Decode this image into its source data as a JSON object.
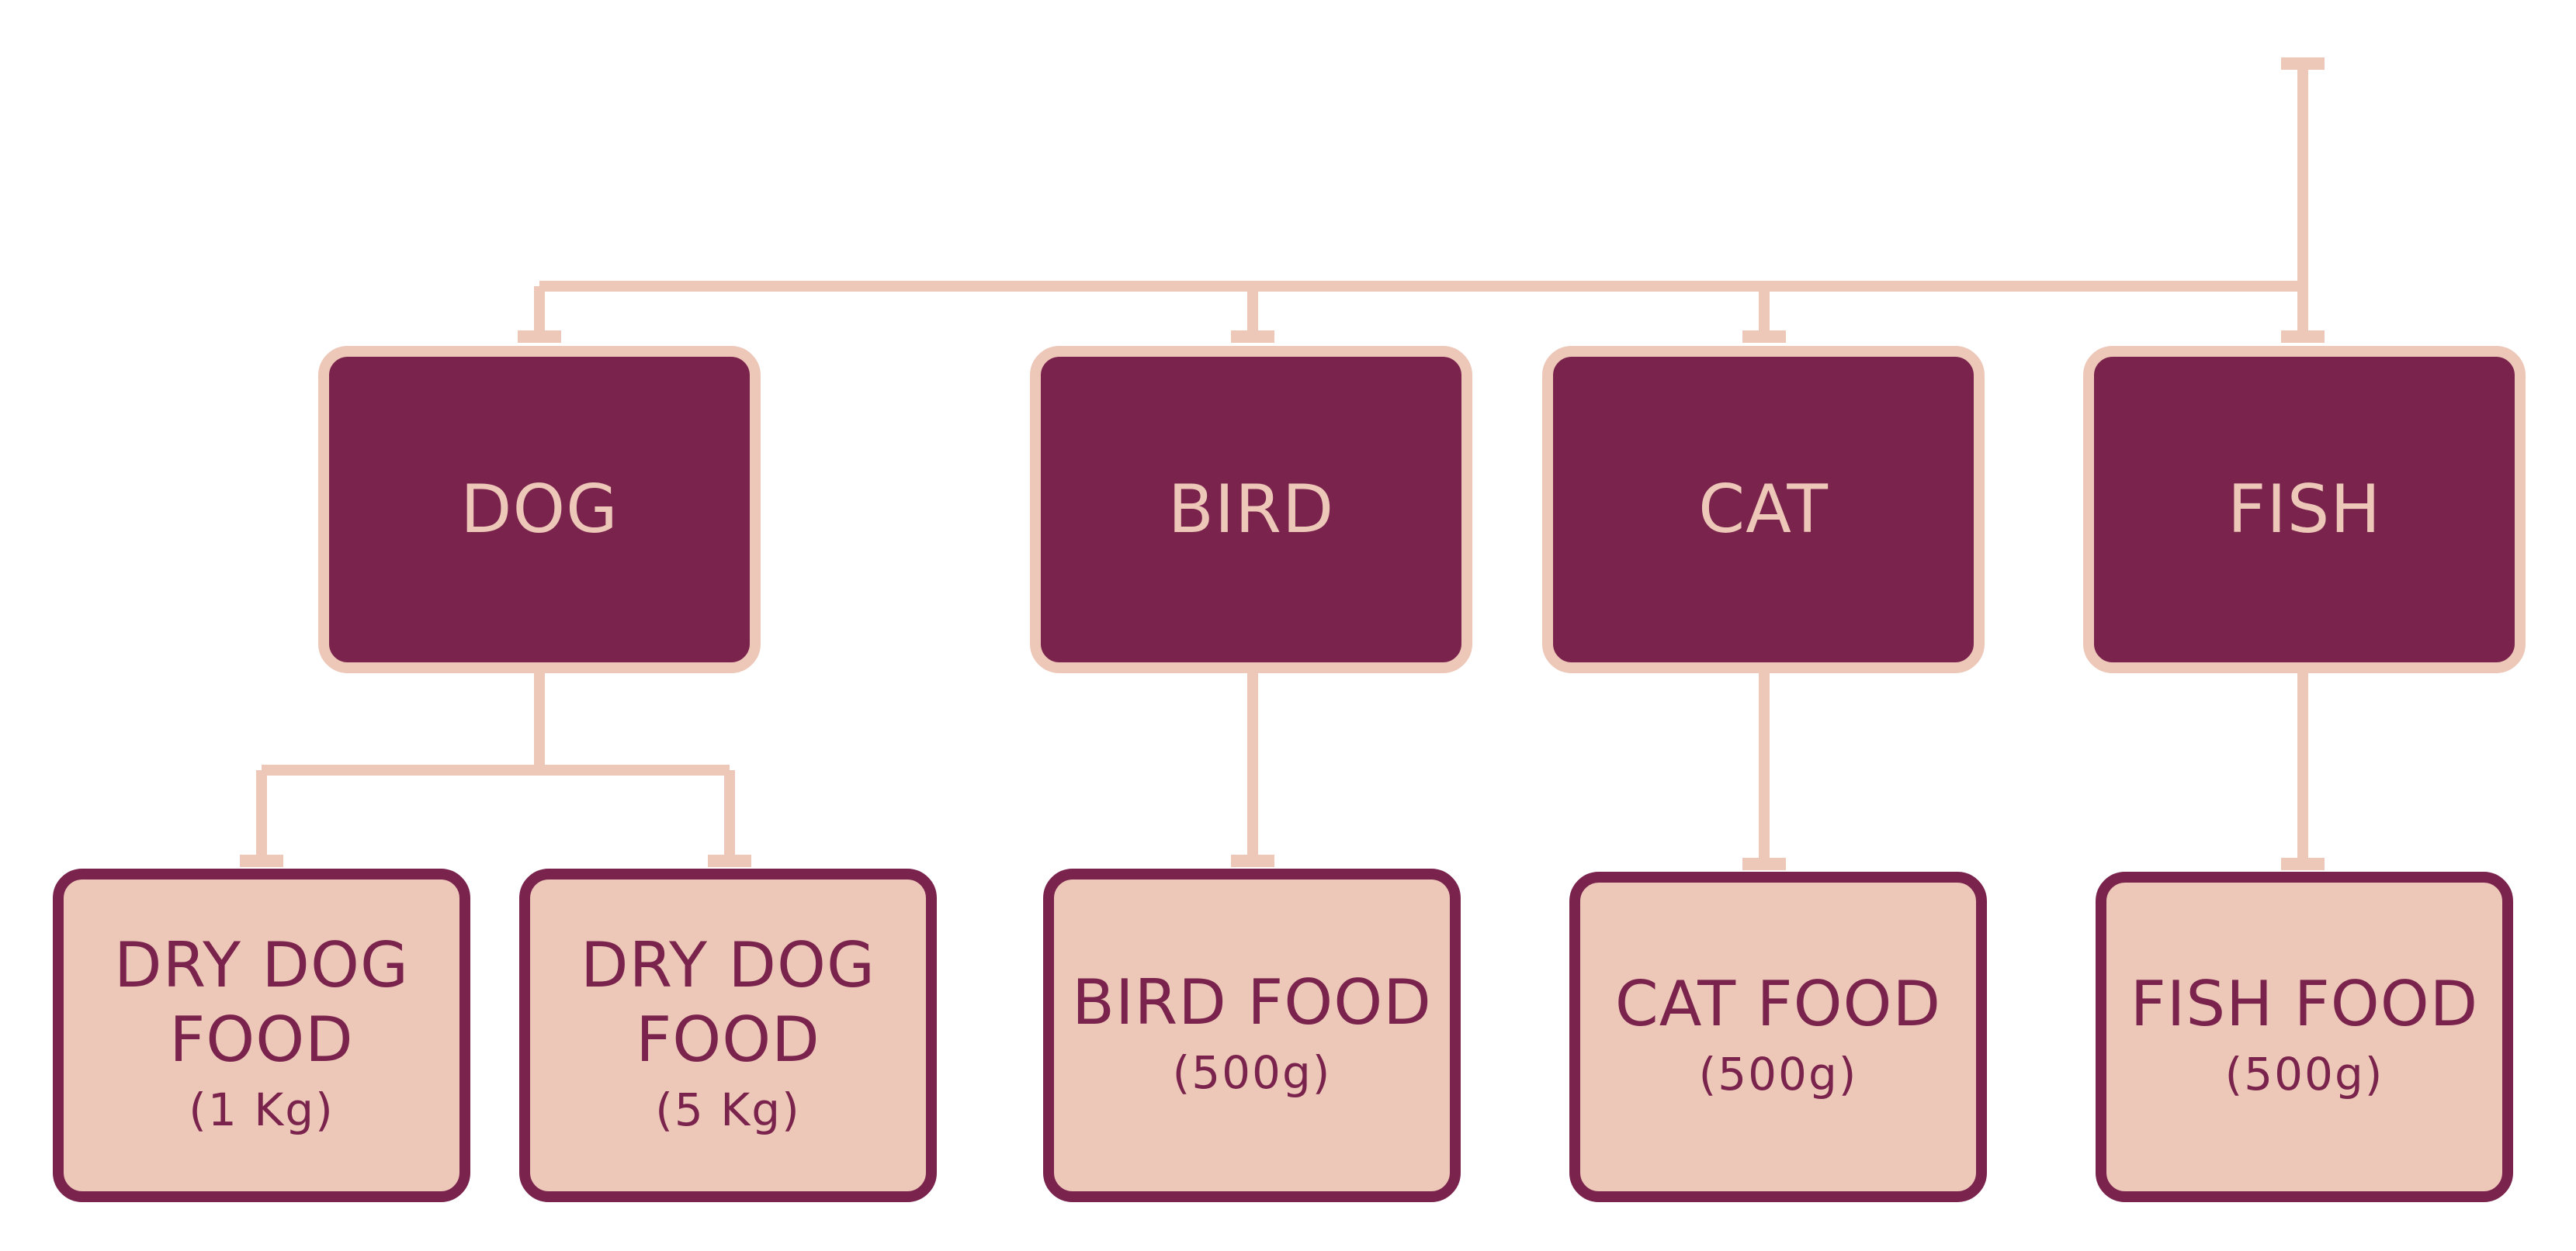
{
  "colors": {
    "plum": "#7a234d",
    "blush": "#edc7b8",
    "background": "#ffffff"
  },
  "diagram": {
    "categories": [
      {
        "id": "dog",
        "label": "DOG"
      },
      {
        "id": "bird",
        "label": "BIRD"
      },
      {
        "id": "cat",
        "label": "CAT"
      },
      {
        "id": "fish",
        "label": "FISH"
      }
    ],
    "products": [
      {
        "id": "dry-dog-food-1kg",
        "parent": "dog",
        "lines": [
          "DRY DOG",
          "FOOD"
        ],
        "weight": "(1 Kg)"
      },
      {
        "id": "dry-dog-food-5kg",
        "parent": "dog",
        "lines": [
          "DRY DOG",
          "FOOD"
        ],
        "weight": "(5 Kg)"
      },
      {
        "id": "bird-food",
        "parent": "bird",
        "lines": [
          "BIRD FOOD"
        ],
        "weight": "(500g)"
      },
      {
        "id": "cat-food",
        "parent": "cat",
        "lines": [
          "CAT FOOD"
        ],
        "weight": "(500g)"
      },
      {
        "id": "fish-food",
        "parent": "fish",
        "lines": [
          "FISH FOOD"
        ],
        "weight": "(500g)"
      }
    ]
  }
}
